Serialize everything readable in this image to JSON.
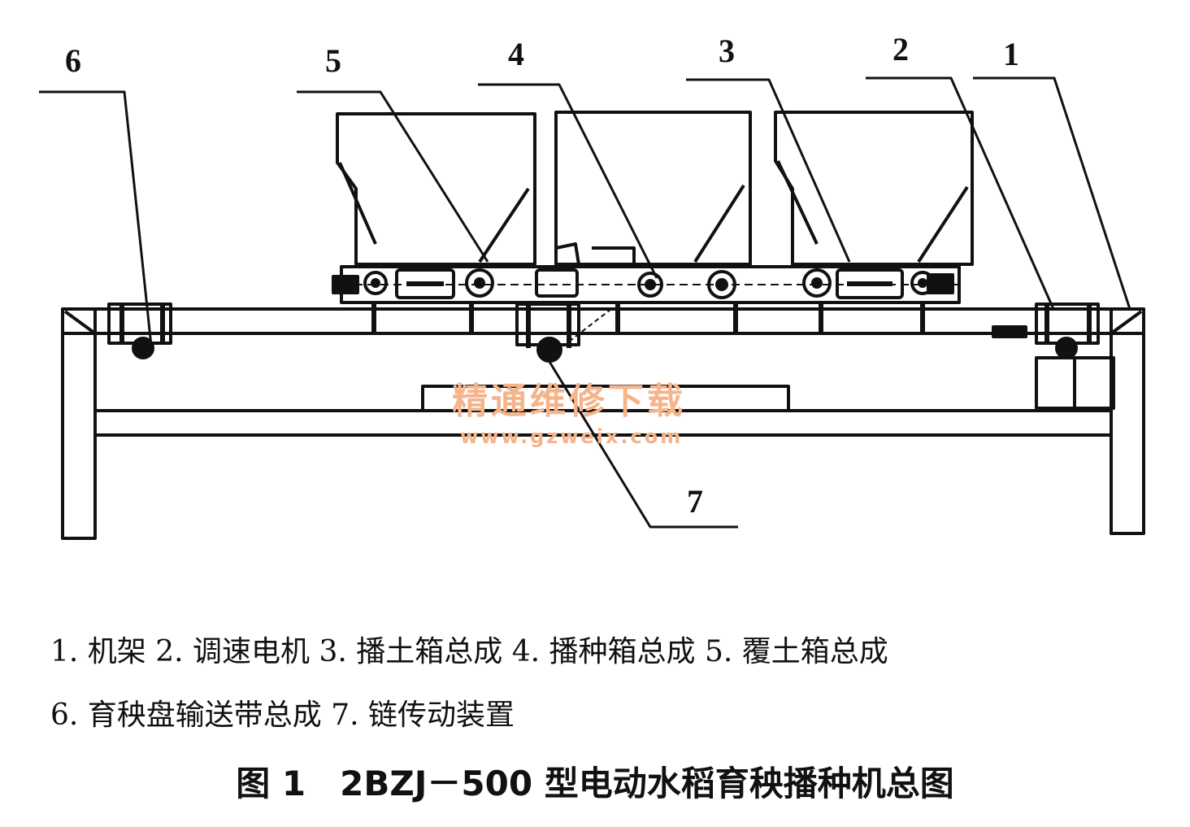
{
  "callouts": [
    "6",
    "5",
    "4",
    "3",
    "2",
    "1",
    "7"
  ],
  "watermark": {
    "text_cn": "精通维修下载",
    "url": "www.gzweix.com"
  },
  "legend": {
    "line1": "1. 机架 2. 调速电机 3. 播土箱总成 4. 播种箱总成 5. 覆土箱总成",
    "line2": "6. 育秧盘输送带总成 7. 链传动装置"
  },
  "caption": "图 1　2BZJ－500 型电动水稻育秧播种机总图",
  "colors": {
    "ink": "#111111",
    "watermark": "#f5b48a",
    "background": "#ffffff"
  }
}
